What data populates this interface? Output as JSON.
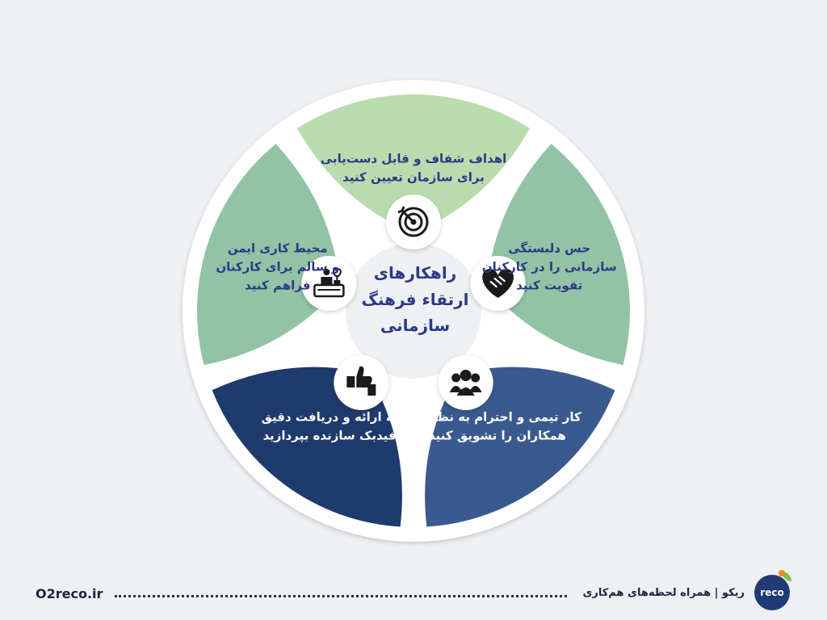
{
  "diagram": {
    "center_title": [
      "راهکارهای",
      "ارتقاء فرهنگ",
      "سازمانی"
    ],
    "segments": [
      {
        "id": "goals",
        "lines": [
          "اهداف شفاف و قابل دست‌یابی",
          "برای سازمان تعیین کنید"
        ],
        "icon": "target-icon",
        "color": "#b9dcae",
        "text_color": "#2b3a86"
      },
      {
        "id": "belonging",
        "lines": [
          "حس دلبستگی",
          "سازمانی را در کارکنان",
          "تقویت کنید"
        ],
        "icon": "handshake-heart-icon",
        "color": "#92c3a4",
        "text_color": "#2b3a86"
      },
      {
        "id": "teamwork",
        "lines": [
          "کار تیمی و احترام به نظرات",
          "همکاران را تشویق کنید"
        ],
        "icon": "team-icon",
        "color": "#3a5a8f",
        "text_color": "#ffffff"
      },
      {
        "id": "feedback",
        "lines": [
          "به ارائه و دریافت دقیق",
          "فیدبک سازنده بپردازید"
        ],
        "icon": "thumbs-icon",
        "color": "#1f3a6c",
        "text_color": "#ffffff"
      },
      {
        "id": "safety",
        "lines": [
          "محیط کاری ایمن",
          "و سالم برای کارکنان",
          "فراهم کنید"
        ],
        "icon": "workspace-plant-icon",
        "color": "#92c3a4",
        "text_color": "#2b3a86"
      }
    ]
  },
  "footer": {
    "site": "O2reco.ir",
    "tagline": "ریکو | همراه لحظه‌های هم‌کاری",
    "logo_text": "reco"
  }
}
